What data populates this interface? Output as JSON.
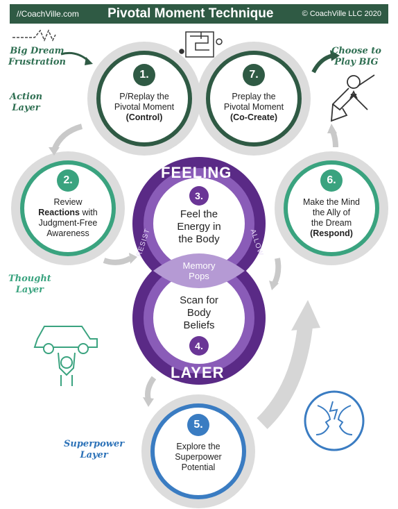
{
  "header": {
    "site": "//CoachVille.com",
    "title": "Pivotal Moment Technique",
    "copyright": "© CoachVille LLC 2020"
  },
  "annotations": {
    "big_dream_line1": "Big Dream",
    "big_dream_line2": "Frustration",
    "choose_line1": "Choose to",
    "choose_line2": "Play BIG",
    "action_line1": "Action",
    "action_line2": "Layer",
    "thought_line1": "Thought",
    "thought_line2": "Layer",
    "superpower_line1": "Superpower",
    "superpower_line2": "Layer"
  },
  "center": {
    "feeling": "FEELING",
    "layer": "LAYER",
    "resist": "RESIST",
    "allow": "ALLOW",
    "memory_line1": "Memory",
    "memory_line2": "Pops"
  },
  "steps": {
    "s1": {
      "num": "1.",
      "line1": "P/Replay the",
      "line2": "Pivotal Moment",
      "line3": "(Control)"
    },
    "s2": {
      "num": "2.",
      "line1": "Review",
      "line2": "Reactions",
      "line2b": " with",
      "line3": "Judgment-Free",
      "line4": "Awareness"
    },
    "s3": {
      "num": "3.",
      "line1": "Feel the",
      "line2": "Energy in",
      "line3": "the Body"
    },
    "s4": {
      "num": "4.",
      "line1": "Scan for",
      "line2": "Body",
      "line3": "Beliefs"
    },
    "s5": {
      "num": "5.",
      "line1": "Explore the",
      "line2": "Superpower",
      "line3": "Potential"
    },
    "s6": {
      "num": "6.",
      "line1": "Make the Mind",
      "line2": "the Ally of",
      "line3": "the Dream",
      "line4": "(Respond)"
    },
    "s7": {
      "num": "7.",
      "line1": "Preplay the",
      "line2": "Pivotal Moment",
      "line3": "(Co-Create)"
    }
  },
  "colors": {
    "dark_green": "#2f5a44",
    "teal": "#3aa37f",
    "purple": "#6a3596",
    "light_purple": "#b59ad4",
    "blue": "#3a7cc2",
    "gray": "#d4d4d4"
  },
  "icons": [
    "squiggle-line-icon",
    "maze-icon",
    "superhero-icon",
    "car-lift-icon",
    "dialogue-faces-icon"
  ]
}
